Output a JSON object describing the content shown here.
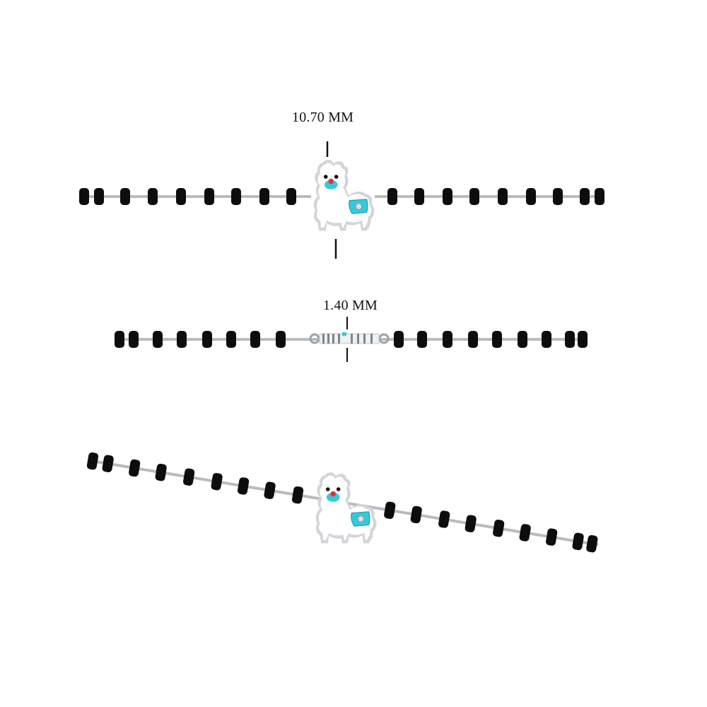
{
  "dimensions": {
    "height_label": "10.70 MM",
    "thickness_label": "1.40 MM"
  },
  "product": {
    "type": "bracelet",
    "charm": "llama",
    "views": [
      "front",
      "side",
      "angled"
    ]
  },
  "colors": {
    "bead": "#0d0d0d",
    "chain": "#b8bcc0",
    "charm_body": "#ffffff",
    "charm_outline": "#c9ccd0",
    "blanket": "#35c9dc",
    "nose": "#e0323a",
    "dimension_line": "#111111"
  },
  "icons": [
    "llama-charm-icon",
    "bead-icon",
    "chain-link-icon"
  ]
}
